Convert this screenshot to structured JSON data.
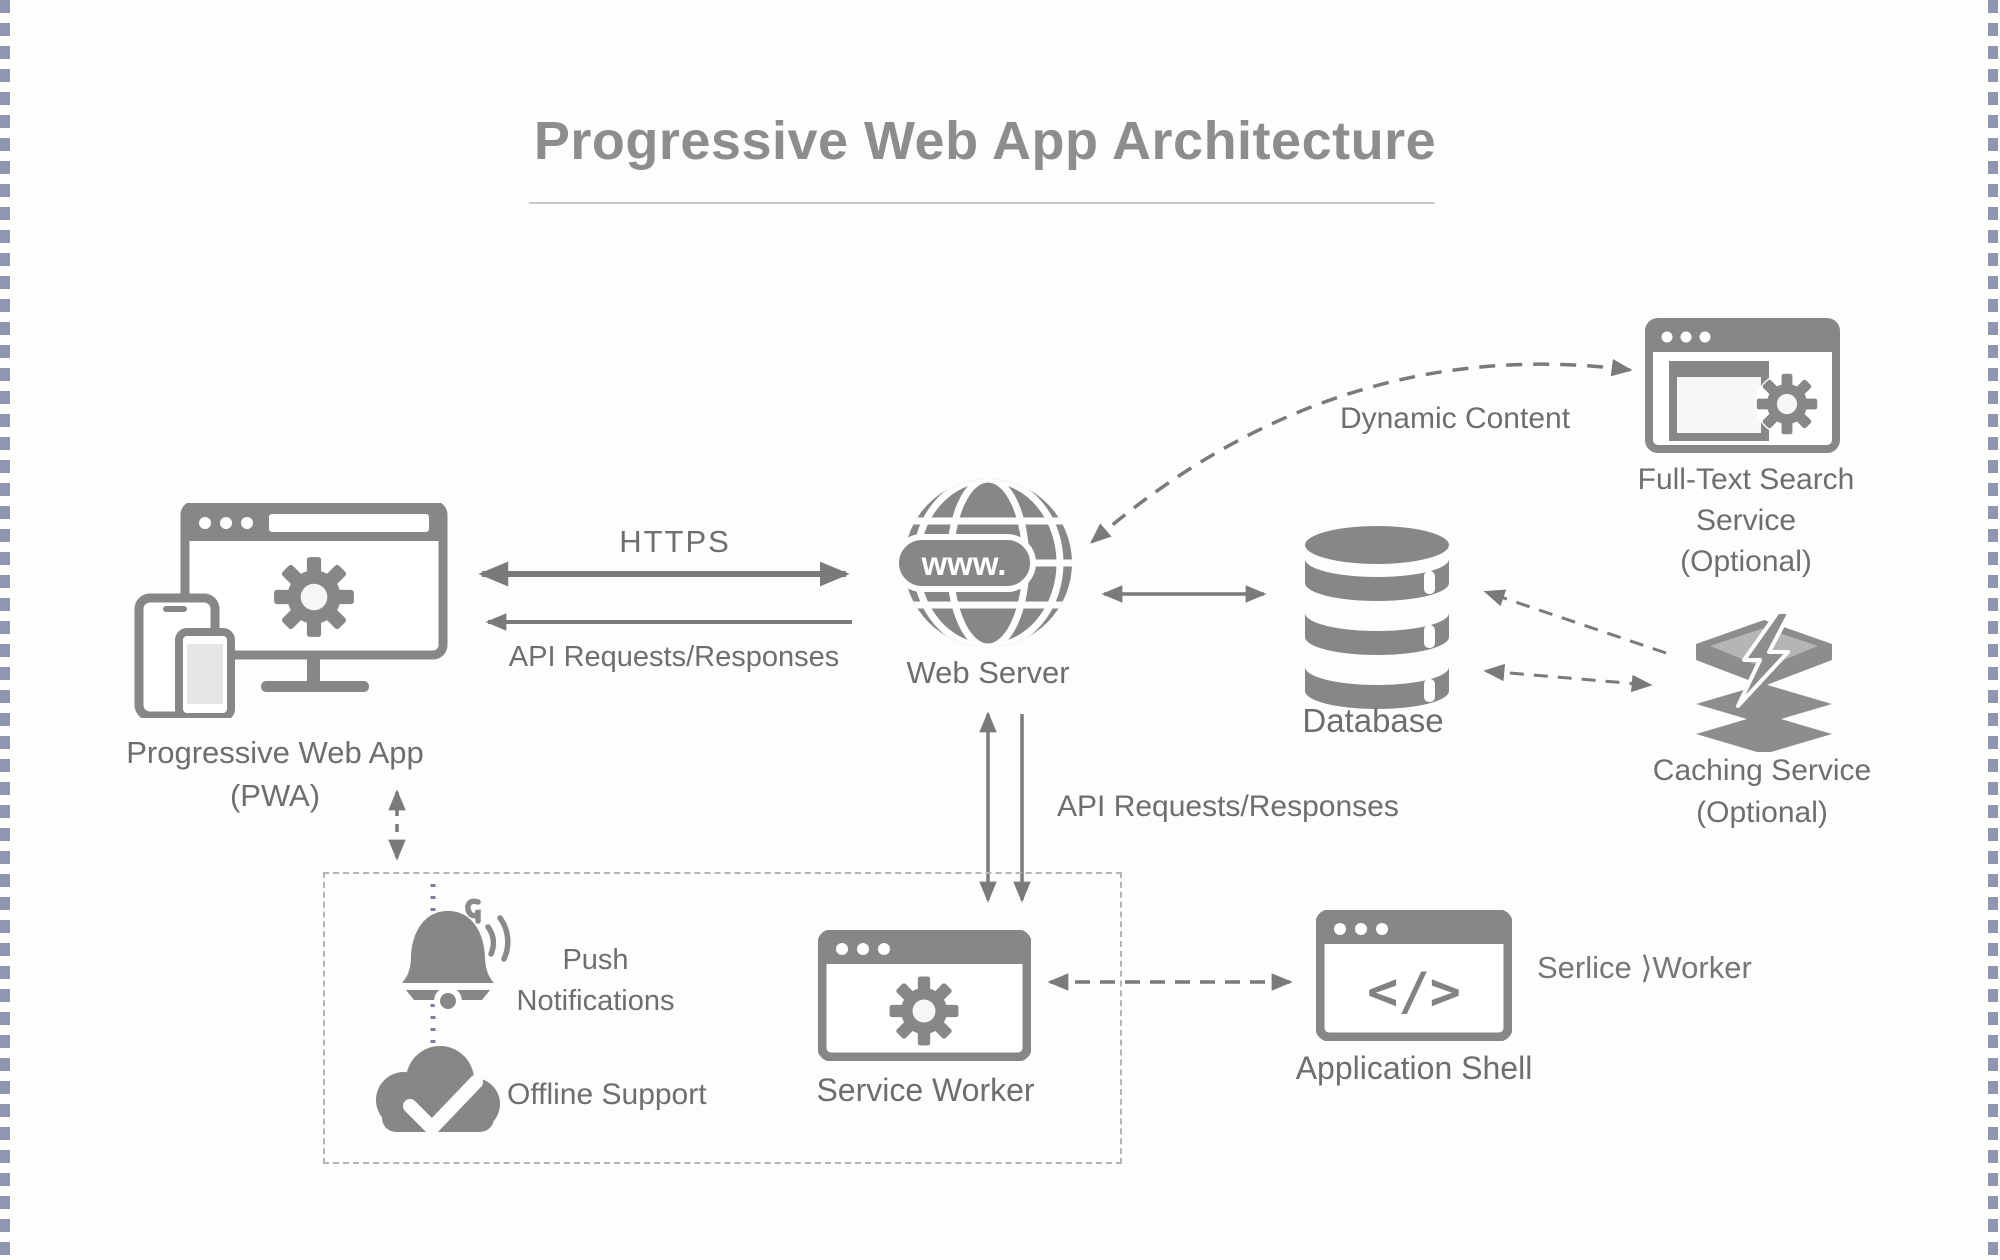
{
  "page": {
    "title": "Progressive Web App Architecture"
  },
  "nodes": {
    "pwa": {
      "line1": "Progressive Web App",
      "line2": "(PWA)"
    },
    "web_server": {
      "badge": "www.",
      "label": "Web Server"
    },
    "database": {
      "label": "Database"
    },
    "full_text_search": {
      "line1": "Full-Text Search",
      "line2": "Service",
      "line3": "(Optional)"
    },
    "caching_service": {
      "line1": "Caching Service",
      "line2": "(Optional)"
    },
    "service_worker": {
      "label": "Service Worker"
    },
    "application_shell": {
      "label": "Application Shell",
      "side_note": "Serlice ⟩Worker"
    },
    "push_notifications": {
      "line1": "Push",
      "line2": "Notifications"
    },
    "offline_support": {
      "label": "Offline Support"
    }
  },
  "edges": {
    "https_label": "HTTPS",
    "api_label_top": "API Requests/Responses",
    "dynamic_content_label": "Dynamic Content",
    "api_label_middle": "API Requests/Responses"
  },
  "colors": {
    "icon_gray": "#878787",
    "text_gray": "#6f6f6f",
    "arrow_gray": "#7a7a7a",
    "page_edge_dash": "#9096b2",
    "dotted_link_blue": "#7b81a4",
    "background": "#fdfdfb"
  }
}
